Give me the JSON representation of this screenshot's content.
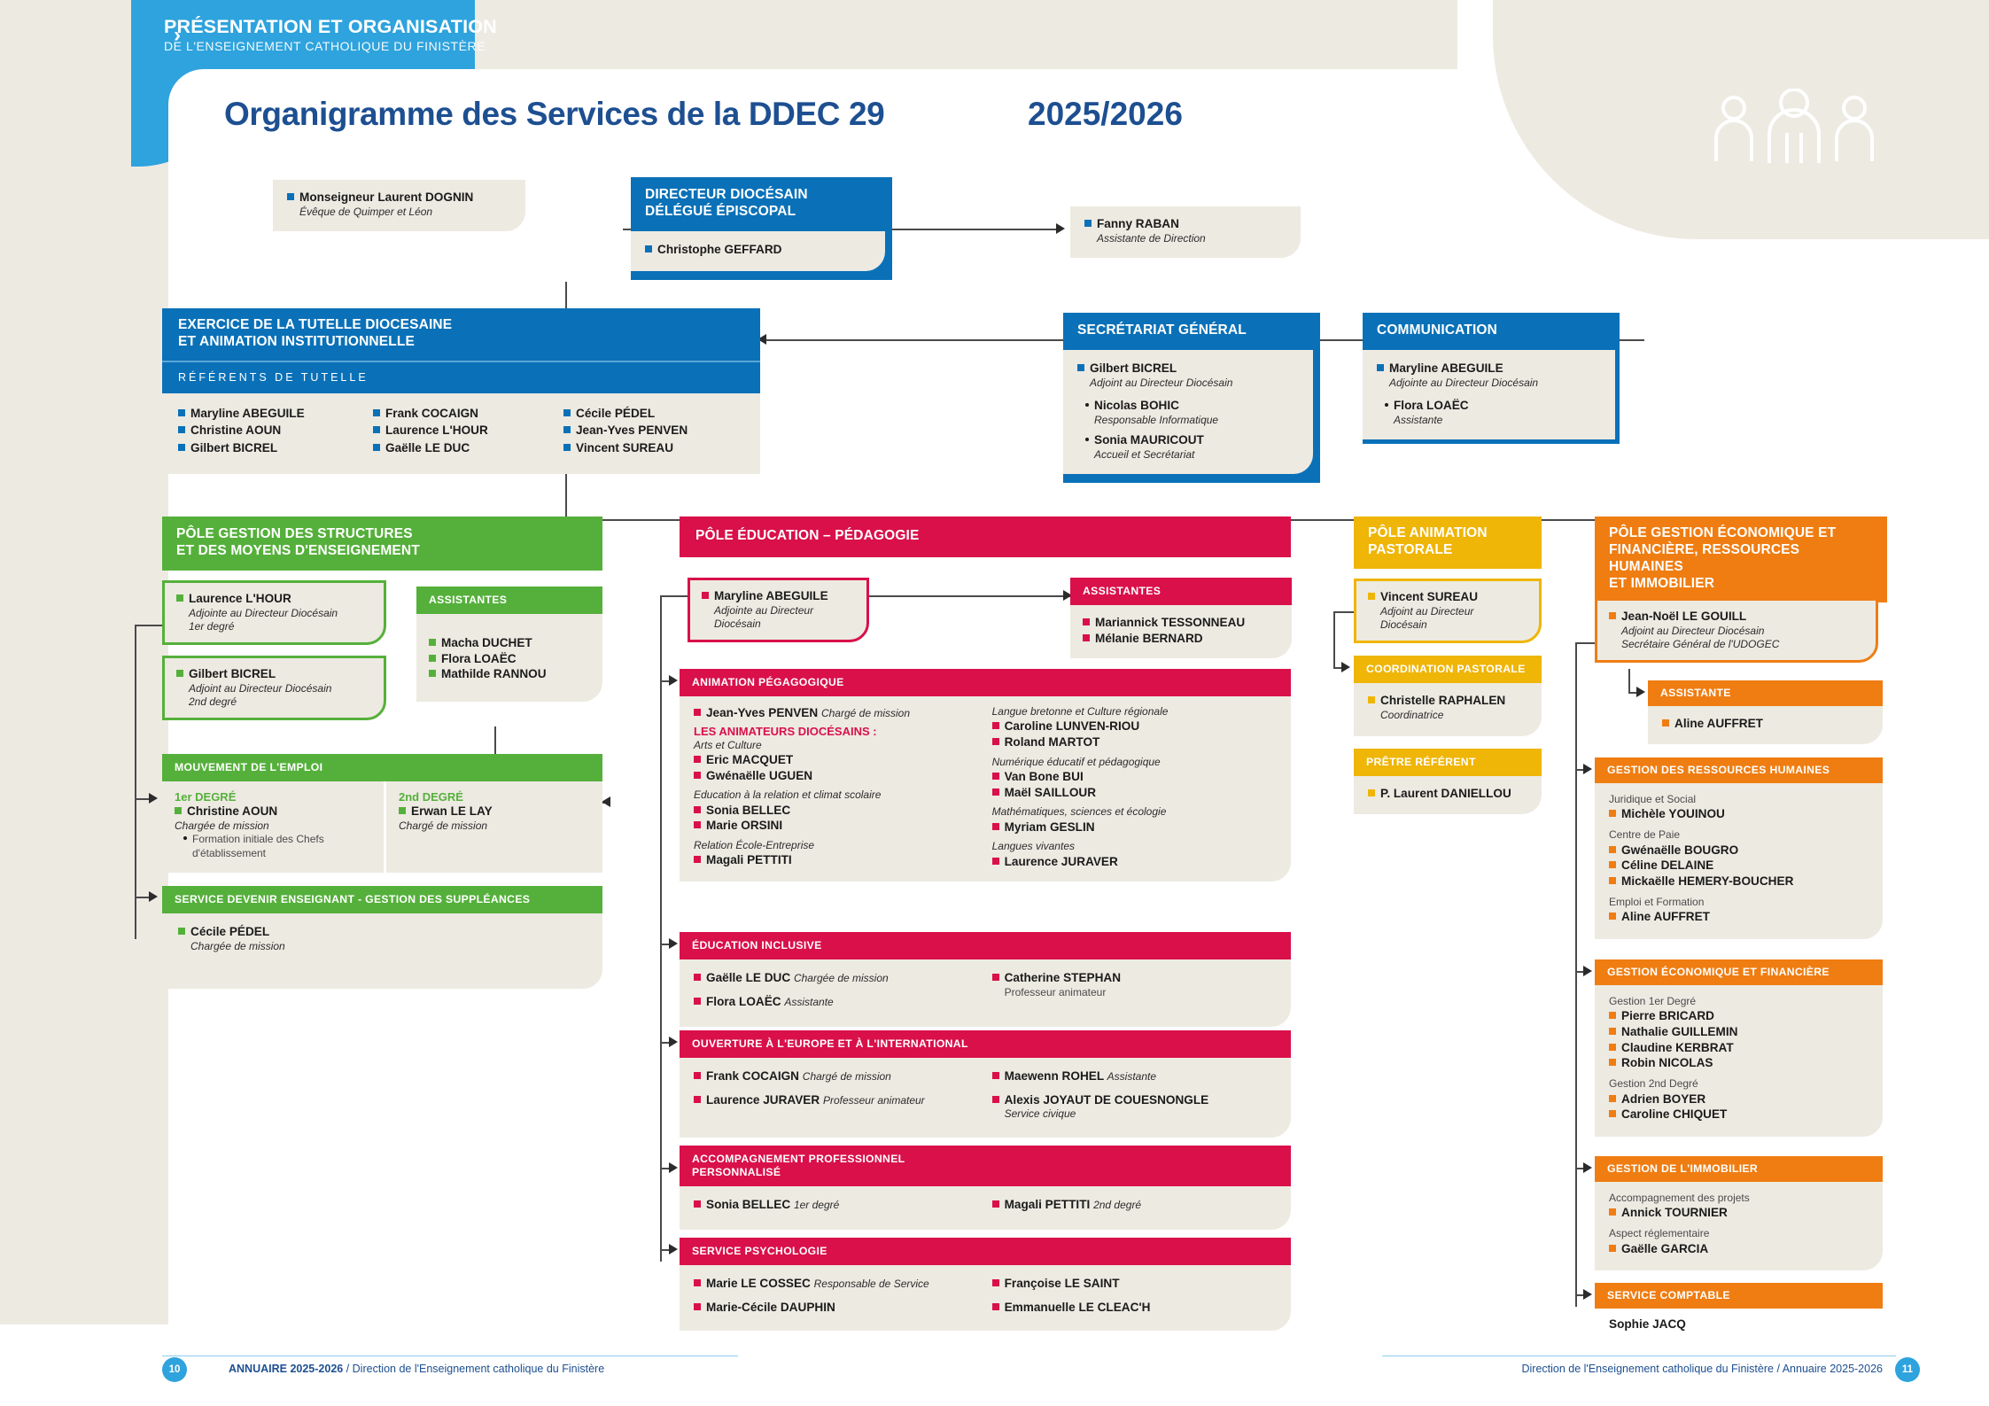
{
  "header": {
    "chevron_icon": "chevron-right-icon",
    "line1": "PRÉSENTATION ET ORGANISATION",
    "line2": "DE L'ENSEIGNEMENT CATHOLIQUE DU FINISTÈRE",
    "people_icon": "people-group-icon"
  },
  "title": "Organigramme des Services de la DDEC 29",
  "year": "2025/2026",
  "top": {
    "bishop": {
      "name": "Monseigneur Laurent DOGNIN",
      "role": "Évêque de Quimper et Léon"
    },
    "director": {
      "header": "DIRECTEUR DIOCÉSAIN\nDÉLÉGUÉ ÉPISCOPAL",
      "header_l1": "DIRECTEUR DIOCÉSAIN",
      "header_l2": "DÉLÉGUÉ ÉPISCOPAL",
      "name": "Christophe GEFFARD"
    },
    "assistant": {
      "name": "Fanny RABAN",
      "role": "Assistante de Direction"
    }
  },
  "tutelle": {
    "header_l1": "EXERCICE DE LA TUTELLE DIOCESAINE",
    "header_l2": "ET ANIMATION INSTITUTIONNELLE",
    "subheader": "RÉFÉRENTS DE TUTELLE",
    "col1": [
      "Maryline ABEGUILE",
      "Christine AOUN",
      "Gilbert BICREL"
    ],
    "col2": [
      "Frank COCAIGN",
      "Laurence L'HOUR",
      "Gaëlle LE DUC"
    ],
    "col3": [
      "Cécile PÉDEL",
      "Jean-Yves PENVEN",
      "Vincent SUREAU"
    ]
  },
  "secretariat": {
    "header": "SECRÉTARIAT GÉNÉRAL",
    "lead": {
      "name": "Gilbert BICREL",
      "role": "Adjoint au Directeur Diocésain"
    },
    "members": [
      {
        "name": "Nicolas BOHIC",
        "role": "Responsable Informatique"
      },
      {
        "name": "Sonia MAURICOUT",
        "role": "Accueil et Secrétariat"
      }
    ]
  },
  "communication": {
    "header": "COMMUNICATION",
    "lead": {
      "name": "Maryline ABEGUILE",
      "role": "Adjointe au Directeur Diocésain"
    },
    "members": [
      {
        "name": "Flora LOAËC",
        "role": "Assistante"
      }
    ]
  },
  "pole_structures": {
    "header_l1": "PÔLE GESTION DES STRUCTURES",
    "header_l2": "ET DES MOYENS D'ENSEIGNEMENT",
    "lead1": {
      "name": "Laurence L'HOUR",
      "role1": "Adjointe au Directeur Diocésain",
      "role2": "1er degré"
    },
    "lead2": {
      "name": "Gilbert BICREL",
      "role1": "Adjoint au Directeur Diocésain",
      "role2": "2nd degré"
    },
    "assistantes": {
      "header": "ASSISTANTES",
      "names": [
        "Macha DUCHET",
        "Flora LOAËC",
        "Mathilde RANNOU"
      ]
    },
    "mouvement": {
      "header": "MOUVEMENT DE L'EMPLOI",
      "left": {
        "label": "1er DEGRÉ",
        "name": "Christine AOUN",
        "role": "Chargée de mission",
        "extra1": "Formation initiale des Chefs",
        "extra2": "d'établissement"
      },
      "right": {
        "label": "2nd DEGRÉ",
        "name": "Erwan LE LAY",
        "role": "Chargé de mission"
      }
    },
    "devenir": {
      "header": "SERVICE DEVENIR ENSEIGNANT - GESTION DES SUPPLÉANCES",
      "name": "Cécile PÉDEL",
      "role": "Chargée de mission"
    }
  },
  "pole_education": {
    "header": "PÔLE ÉDUCATION – PÉDAGOGIE",
    "lead": {
      "name": "Maryline ABEGUILE",
      "role1": "Adjointe au Directeur",
      "role2": "Diocésain"
    },
    "assistantes": {
      "header": "ASSISTANTES",
      "names": [
        "Mariannick TESSONNEAU",
        "Mélanie BERNARD"
      ]
    },
    "animation": {
      "header": "ANIMATION PÉGAGOGIQUE",
      "chief": {
        "name": "Jean-Yves PENVEN",
        "role": "Chargé de mission"
      },
      "subtitle": "LES ANIMATEURS DIOCÉSAINS :",
      "left_groups": [
        {
          "label": "Arts et Culture",
          "names": [
            "Eric MACQUET",
            "Gwénaëlle UGUEN"
          ]
        },
        {
          "label": "Education à la relation et climat scolaire",
          "names": [
            "Sonia BELLEC",
            "Marie ORSINI"
          ]
        },
        {
          "label": "Relation École-Entreprise",
          "names": [
            "Magali PETTITI"
          ]
        }
      ],
      "right_groups": [
        {
          "label": "Langue bretonne et Culture régionale",
          "names": [
            "Caroline LUNVEN-RIOU",
            "Roland MARTOT"
          ]
        },
        {
          "label": "Numérique éducatif et pédagogique",
          "names": [
            "Van Bone BUI",
            "Maël SAILLOUR"
          ]
        },
        {
          "label": "Mathématiques, sciences et écologie",
          "names": [
            "Myriam GESLIN"
          ]
        },
        {
          "label": "Langues vivantes",
          "names": [
            "Laurence JURAVER"
          ]
        }
      ]
    },
    "inclusive": {
      "header": "ÉDUCATION INCLUSIVE",
      "left": [
        {
          "name": "Gaëlle LE DUC",
          "role": "Chargée de mission"
        },
        {
          "name": "Flora LOAËC",
          "role": "Assistante"
        }
      ],
      "right": [
        {
          "name": "Catherine STEPHAN",
          "role_below": "Professeur animateur"
        }
      ]
    },
    "ouverture": {
      "header": "OUVERTURE À L'EUROPE ET À L'INTERNATIONAL",
      "left": [
        {
          "name": "Frank COCAIGN",
          "role": "Chargé de mission"
        },
        {
          "name": "Laurence JURAVER",
          "role": "Professeur animateur"
        }
      ],
      "right": [
        {
          "name": "Maewenn ROHEL",
          "role": "Assistante"
        },
        {
          "name": "Alexis JOYAUT DE COUESNONGLE",
          "role_below": "Service civique"
        }
      ]
    },
    "accompagnement": {
      "header_l1": "ACCOMPAGNEMENT PROFESSIONNEL",
      "header_l2": "PERSONNALISÉ",
      "left": [
        {
          "name": "Sonia BELLEC",
          "role": "1er degré"
        }
      ],
      "right": [
        {
          "name": "Magali PETTITI",
          "role": "2nd degré"
        }
      ]
    },
    "psychologie": {
      "header": "SERVICE PSYCHOLOGIE",
      "left": [
        {
          "name": "Marie LE COSSEC",
          "role": "Responsable de Service"
        },
        {
          "name": "Marie-Cécile DAUPHIN",
          "role": ""
        }
      ],
      "right": [
        {
          "name": "Françoise LE SAINT",
          "role": ""
        },
        {
          "name": "Emmanuelle LE CLEAC'H",
          "role": ""
        }
      ]
    }
  },
  "pole_pastorale": {
    "header_l1": "PÔLE ANIMATION",
    "header_l2": "PASTORALE",
    "lead": {
      "name": "Vincent SUREAU",
      "role1": "Adjoint au Directeur",
      "role2": "Diocésain"
    },
    "coordination": {
      "header": "COORDINATION PASTORALE",
      "name": "Christelle RAPHALEN",
      "role": "Coordinatrice"
    },
    "pretre": {
      "header": "PRÊTRE RÉFÉRENT",
      "name": "P. Laurent DANIELLOU"
    }
  },
  "pole_economique": {
    "header_l1": "PÔLE GESTION ÉCONOMIQUE ET",
    "header_l2": "FINANCIÈRE, RESSOURCES HUMAINES",
    "header_l3": "ET IMMOBILIER",
    "lead": {
      "name": "Jean-Noël LE GOUILL",
      "role1": "Adjoint au Directeur Diocésain",
      "role2": "Secrétaire Général de l'UDOGEC"
    },
    "assistante": {
      "header": "ASSISTANTE",
      "name": "Aline AUFFRET"
    },
    "rh": {
      "header": "GESTION DES RESSOURCES HUMAINES",
      "groups": [
        {
          "label": "Juridique et Social",
          "names": [
            "Michèle YOUINOU"
          ]
        },
        {
          "label": "Centre de Paie",
          "names": [
            "Gwénaëlle BOUGRO",
            "Céline DELAINE",
            "Mickaëlle HEMERY-BOUCHER"
          ]
        },
        {
          "label": "Emploi et Formation",
          "names": [
            "Aline AUFFRET"
          ]
        }
      ]
    },
    "eco": {
      "header": "GESTION ÉCONOMIQUE ET FINANCIÈRE",
      "groups": [
        {
          "label": "Gestion 1er Degré",
          "names": [
            "Pierre BRICARD",
            "Nathalie GUILLEMIN",
            "Claudine KERBRAT",
            "Robin NICOLAS"
          ]
        },
        {
          "label": "Gestion 2nd Degré",
          "names": [
            "Adrien BOYER",
            "Caroline CHIQUET"
          ]
        }
      ]
    },
    "immo": {
      "header": "GESTION DE L'IMMOBILIER",
      "groups": [
        {
          "label": "Accompagnement des projets",
          "names": [
            "Annick TOURNIER"
          ]
        },
        {
          "label": "Aspect réglementaire",
          "names": [
            "Gaëlle GARCIA"
          ]
        }
      ]
    },
    "comptable": {
      "header": "SERVICE COMPTABLE",
      "name": "Sophie JACQ"
    }
  },
  "footer": {
    "left_page": "10",
    "left_bold": "ANNUAIRE 2025-2026",
    "left_rest": " / Direction de l'Enseignement catholique du Finistère",
    "right_text": "Direction de l'Enseignement catholique du Finistère  /  Annuaire 2025-2026",
    "right_page": "11"
  },
  "colors": {
    "blue": "#0a71b8",
    "lightblue": "#2ea3dd",
    "green": "#55b03b",
    "pink": "#d9104a",
    "yellow": "#efb507",
    "orange": "#ef7d12",
    "beige": "#edeae2",
    "navy": "#1d4f91"
  }
}
